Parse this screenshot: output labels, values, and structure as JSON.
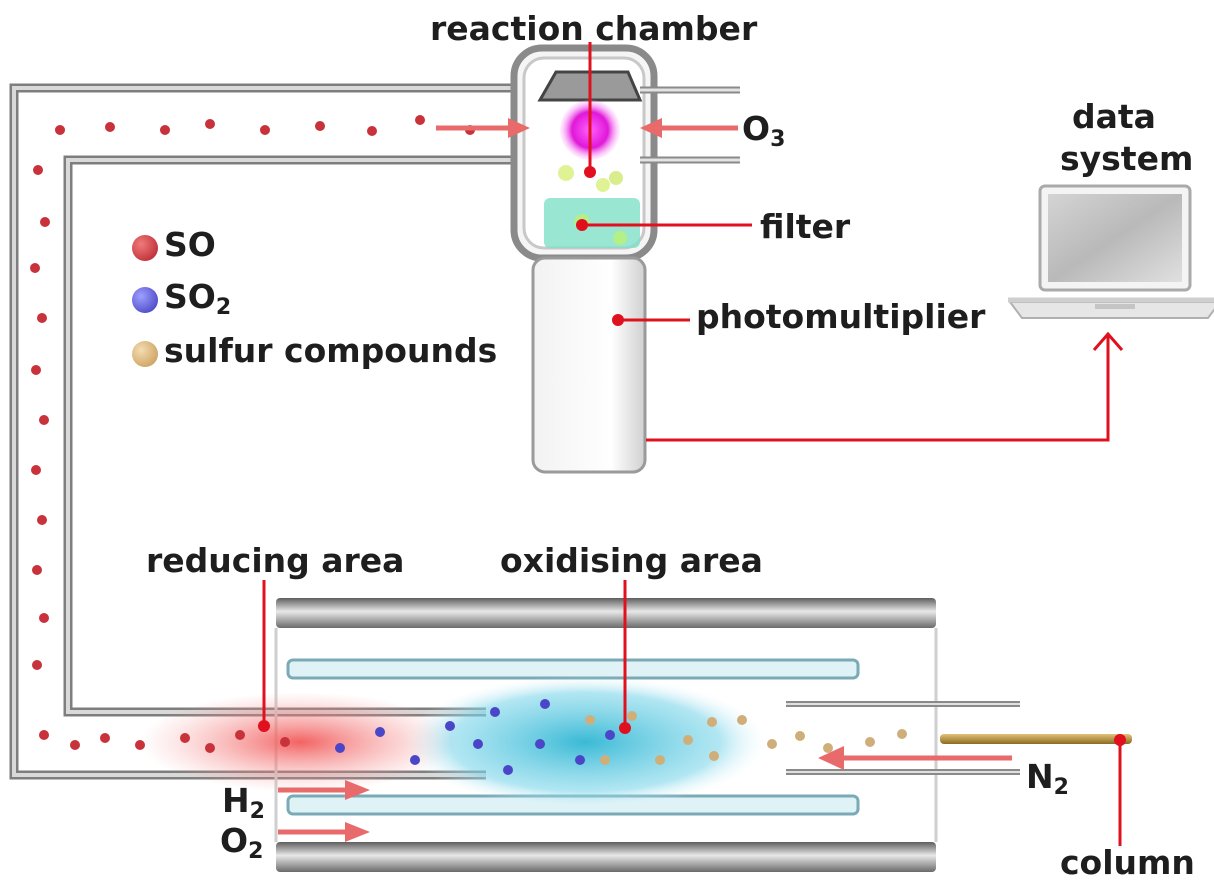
{
  "labels": {
    "reaction_chamber": "reaction chamber",
    "filter": "filter",
    "photomultiplier": "photomultiplier",
    "data_system_line1": "data",
    "data_system_line2": "system",
    "reducing_area": "reducing area",
    "oxidising_area": "oxidising area",
    "column": "column",
    "o3_main": "O",
    "o3_sub": "3",
    "n2_main": "N",
    "n2_sub": "2",
    "h2_main": "H",
    "h2_sub": "2",
    "o2_main": "O",
    "o2_sub": "2"
  },
  "legend": [
    {
      "main": "SO",
      "sub": "",
      "color": "#c8323a",
      "icon": "so-molecule-icon"
    },
    {
      "main": "SO",
      "sub": "2",
      "color": "#4b46c8",
      "icon": "so2-molecule-icon"
    },
    {
      "main": "sulfur compounds",
      "sub": "",
      "color": "#d9b27a",
      "icon": "sulfur-compound-icon"
    }
  ],
  "colors": {
    "pointer_red": "#e0101f",
    "so_particle": "#c8323a",
    "so2_particle": "#4b46c8",
    "sulfur_particle": "#cfae7a",
    "reducing_glow": "#f25a5a",
    "oxidising_glow": "#3cc0d8",
    "tube_gray": "#8a8a8a",
    "chemiluminescence": "#e018d8"
  }
}
